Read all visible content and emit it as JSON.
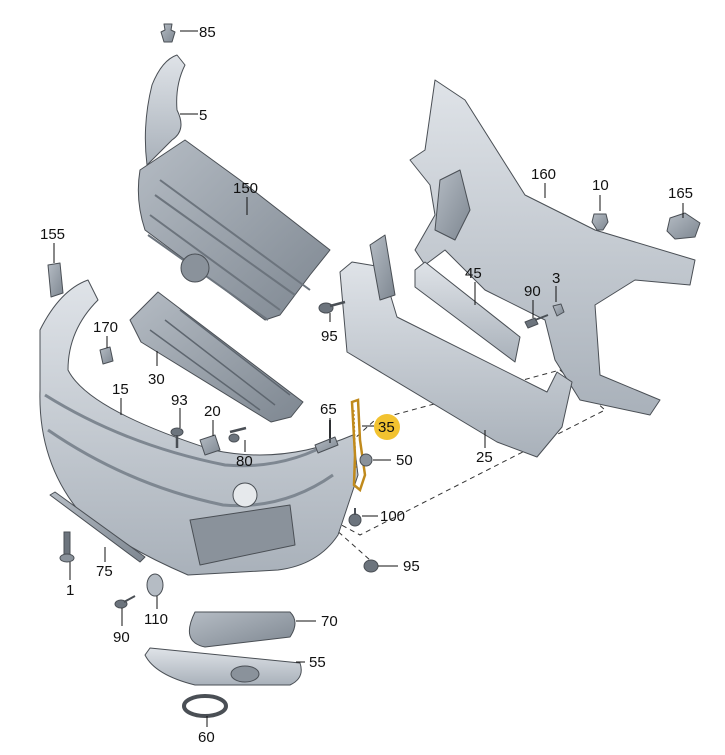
{
  "colors": {
    "part_fill": "#c9cfd6",
    "part_fill_dark": "#9aa2ab",
    "part_fill_light": "#e2e6ea",
    "outline": "#4a4f55",
    "highlight_badge": "#f2c230",
    "highlight_part": "#c08a1c"
  },
  "callouts": {
    "c85": "85",
    "c5": "5",
    "c150": "150",
    "c160": "160",
    "c10": "10",
    "c165": "165",
    "c155": "155",
    "c45": "45",
    "c3": "3",
    "c90a": "90",
    "c95a": "95",
    "c170": "170",
    "c30": "30",
    "c15": "15",
    "c93": "93",
    "c20": "20",
    "c65": "65",
    "c35": "35",
    "c50": "50",
    "c80": "80",
    "c25": "25",
    "c100": "100",
    "c95b": "95",
    "c1": "1",
    "c75": "75",
    "c90b": "90",
    "c110": "110",
    "c70": "70",
    "c55": "55",
    "c60": "60"
  },
  "highlighted_part": "35"
}
